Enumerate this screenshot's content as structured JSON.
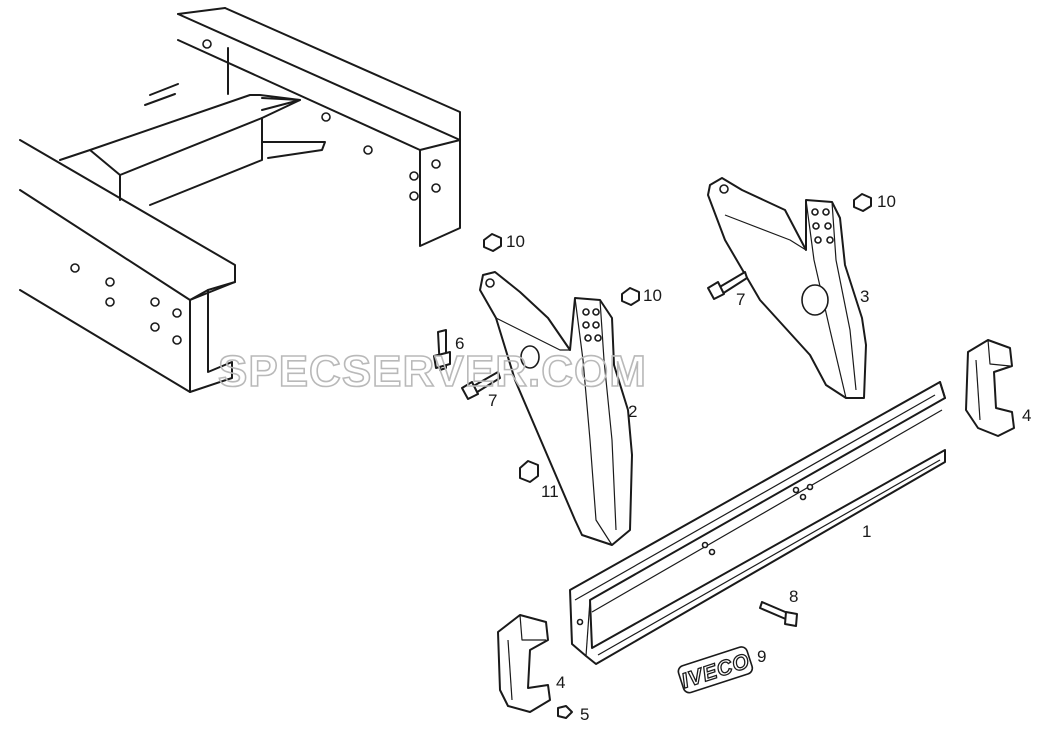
{
  "watermark": "SPECSERVER.COM",
  "logo_text": "IVECO",
  "callouts": [
    {
      "id": "c1",
      "text": "1"
    },
    {
      "id": "c2",
      "text": "2"
    },
    {
      "id": "c3",
      "text": "3"
    },
    {
      "id": "c4a",
      "text": "4"
    },
    {
      "id": "c4b",
      "text": "4"
    },
    {
      "id": "c5",
      "text": "5"
    },
    {
      "id": "c6",
      "text": "6"
    },
    {
      "id": "c7a",
      "text": "7"
    },
    {
      "id": "c7b",
      "text": "7"
    },
    {
      "id": "c8",
      "text": "8"
    },
    {
      "id": "c9",
      "text": "9"
    },
    {
      "id": "c10a",
      "text": "10"
    },
    {
      "id": "c10b",
      "text": "10"
    },
    {
      "id": "c10c",
      "text": "10"
    },
    {
      "id": "c11",
      "text": "11"
    }
  ]
}
